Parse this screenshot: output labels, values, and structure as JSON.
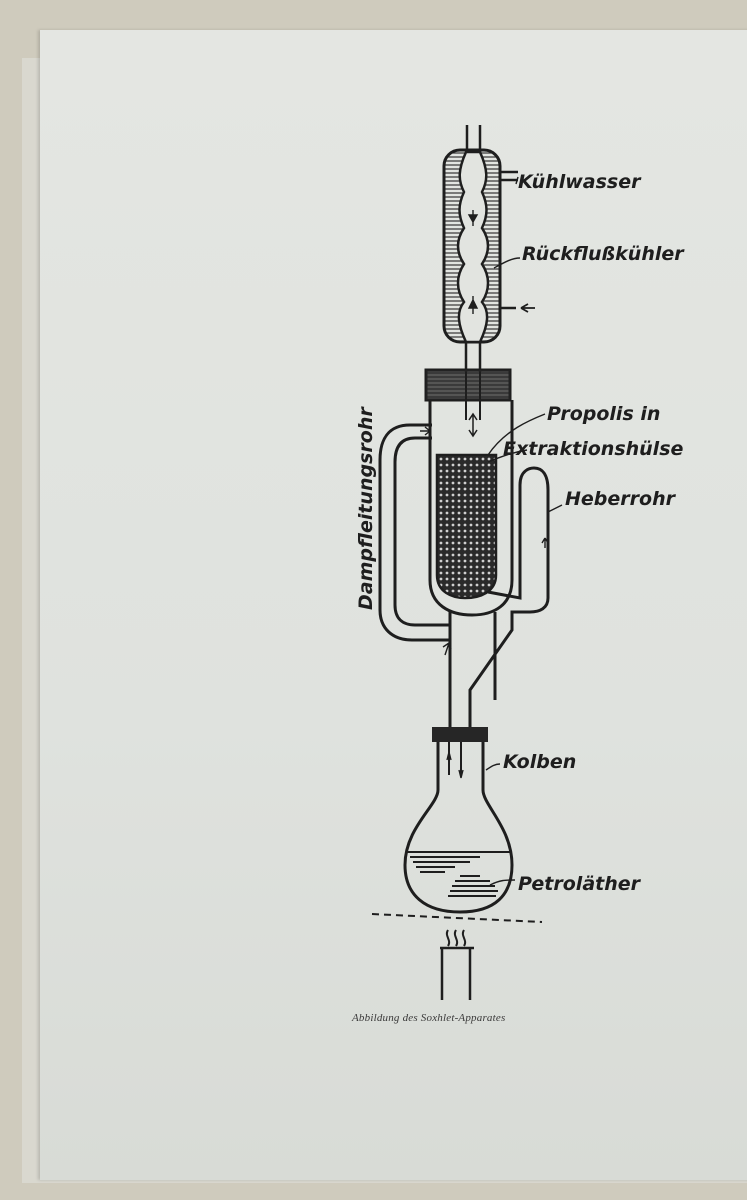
{
  "labels": {
    "kuehlwasser": "Kühlwasser",
    "rueckflusskuehler": "Rückflußkühler",
    "propolis_line1": "Propolis in",
    "propolis_line2": "Extraktionshülse",
    "heberrohr": "Heberrohr",
    "dampfleitungsrohr": "Dampfleitungsrohr",
    "kolben": "Kolben",
    "petrolaether": "Petroläther"
  },
  "caption": "Abbildung des Soxhlet-Apparates",
  "colors": {
    "ink": "#1e1e1e",
    "paper": "#e2e4e0"
  }
}
